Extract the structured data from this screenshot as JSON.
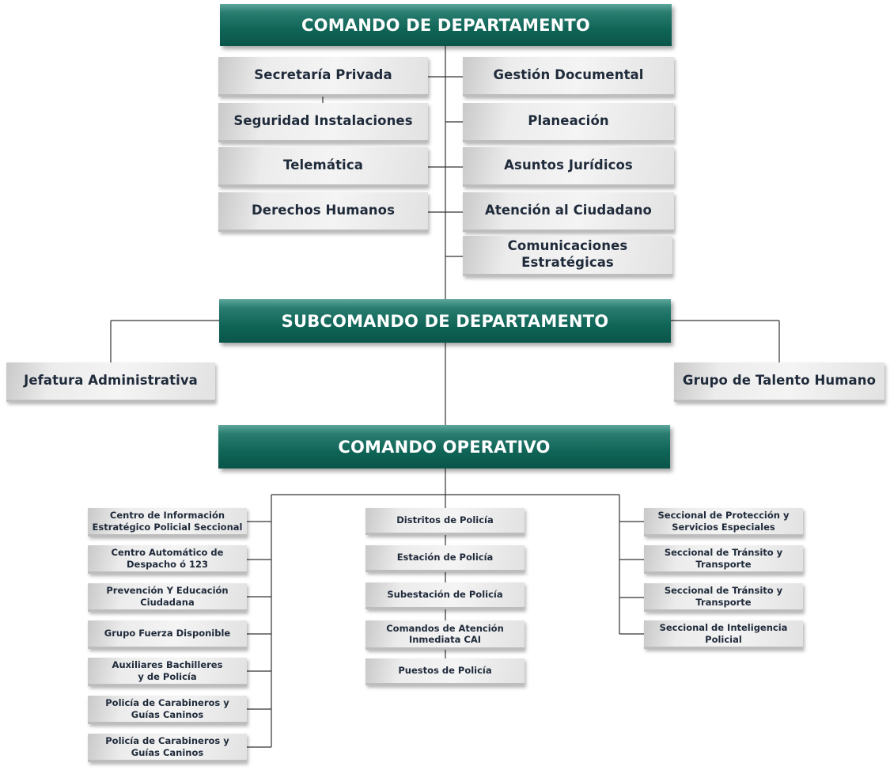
{
  "colors": {
    "header_fill": "#0f6557",
    "header_text": "#ffffff",
    "box_fill": "#eeeeee",
    "box_text": "#1f2a3a",
    "connector": "#333333"
  },
  "headers": {
    "comando_departamento": "COMANDO DE DEPARTAMENTO",
    "subcomando": "SUBCOMANDO DE DEPARTAMENTO",
    "comando_operativo": "COMANDO OPERATIVO"
  },
  "staff": {
    "left": [
      "Secretaría Privada",
      "Seguridad Instalaciones",
      "Telemática",
      "Derechos Humanos"
    ],
    "right": [
      "Gestión Documental",
      "Planeación",
      "Asuntos Jurídicos",
      "Atención al Ciudadano",
      "Comunicaciones Estratégicas"
    ]
  },
  "sub_units": {
    "left": "Jefatura Administrativa",
    "right": "Grupo de Talento Humano"
  },
  "operativo": {
    "left": [
      "Centro de Información Estratégico Policial Seccional",
      "Centro Automático de Despacho ó 123",
      "Prevención Y Educación Ciudadana",
      "Grupo Fuerza Disponible",
      "Auxiliares Bachilleres y de Policía",
      "Policía de Carabineros y Guías Caninos",
      "Policía de Carabineros y Guías Caninos"
    ],
    "center": [
      "Distritos de Policía",
      "Estación de Policía",
      "Subestación de Policía",
      "Comandos de Atención Inmediata CAI",
      "Puestos de Policía"
    ],
    "right": [
      "Seccional de Protección y Servicios Especiales",
      "Seccional de Tránsito y Transporte",
      "Seccional de Tránsito y Transporte",
      "Seccional de Inteligencia Policial"
    ]
  }
}
